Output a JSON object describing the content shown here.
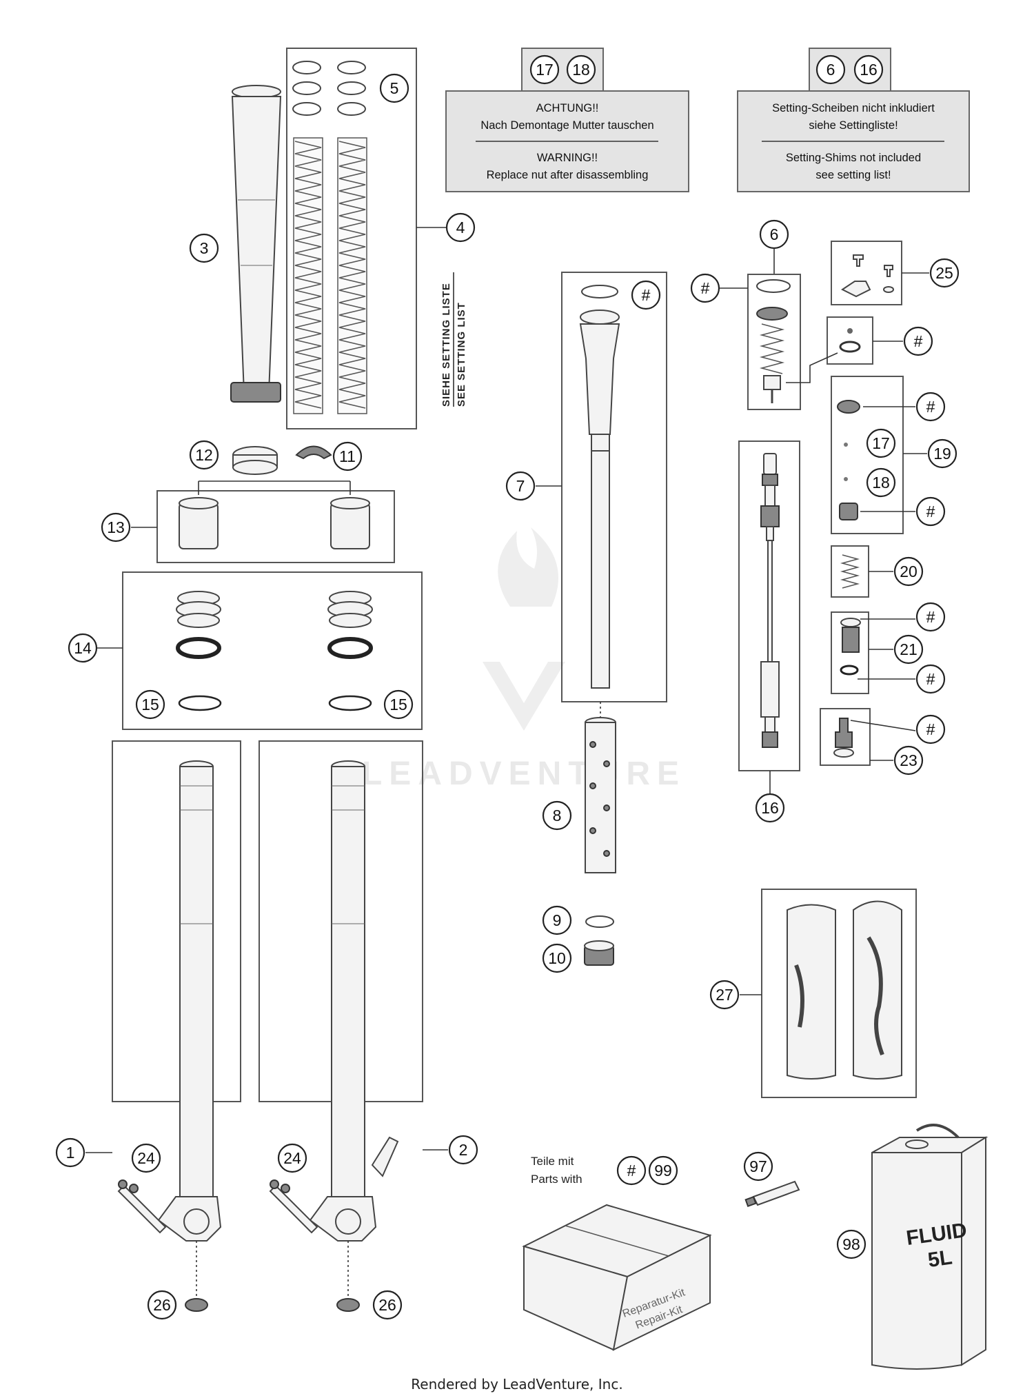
{
  "notes": {
    "nut_warning": {
      "refs": [
        "17",
        "18"
      ],
      "de_title": "ACHTUNG!!",
      "de_text": "Nach Demontage Mutter tauschen",
      "en_title": "WARNING!!",
      "en_text": "Replace nut after disassembling"
    },
    "shims": {
      "refs": [
        "6",
        "16"
      ],
      "de_line1": "Setting-Scheiben nicht inkludiert",
      "de_line2": "siehe Settingliste!",
      "en_line1": "Setting-Shims not included",
      "en_line2": "see setting list!"
    }
  },
  "setting_list": {
    "de": "SIEHE SETTING LISTE",
    "en": "SEE SETTING LIST"
  },
  "callouts": {
    "c1": "1",
    "c2": "2",
    "c3": "3",
    "c4": "4",
    "c5": "5",
    "c6": "6",
    "c7": "7",
    "c8": "8",
    "c9": "9",
    "c10": "10",
    "c11": "11",
    "c12": "12",
    "c13": "13",
    "c14": "14",
    "c15a": "15",
    "c15b": "15",
    "c16": "16",
    "c17": "17",
    "c18": "18",
    "c19": "19",
    "c20": "20",
    "c21": "21",
    "c23": "23",
    "c24a": "24",
    "c24b": "24",
    "c25": "25",
    "c26a": "26",
    "c26b": "26",
    "c27": "27",
    "c97": "97",
    "c98": "98",
    "c99": "99",
    "h7": "#",
    "h6": "#",
    "hcap": "#",
    "h19a": "#",
    "h19b": "#",
    "h21a": "#",
    "h21b": "#",
    "h23": "#",
    "hkit": "#"
  },
  "kit_note": {
    "line1": "Teile mit",
    "line2": "Parts with"
  },
  "box_label": {
    "line1": "Reparatur-Kit",
    "line2": "Repair-Kit"
  },
  "fluid_label": {
    "line1": "FLUID",
    "line2": "5L"
  },
  "watermark": "LEADVENTURE",
  "footer": "Rendered by LeadVenture, Inc."
}
